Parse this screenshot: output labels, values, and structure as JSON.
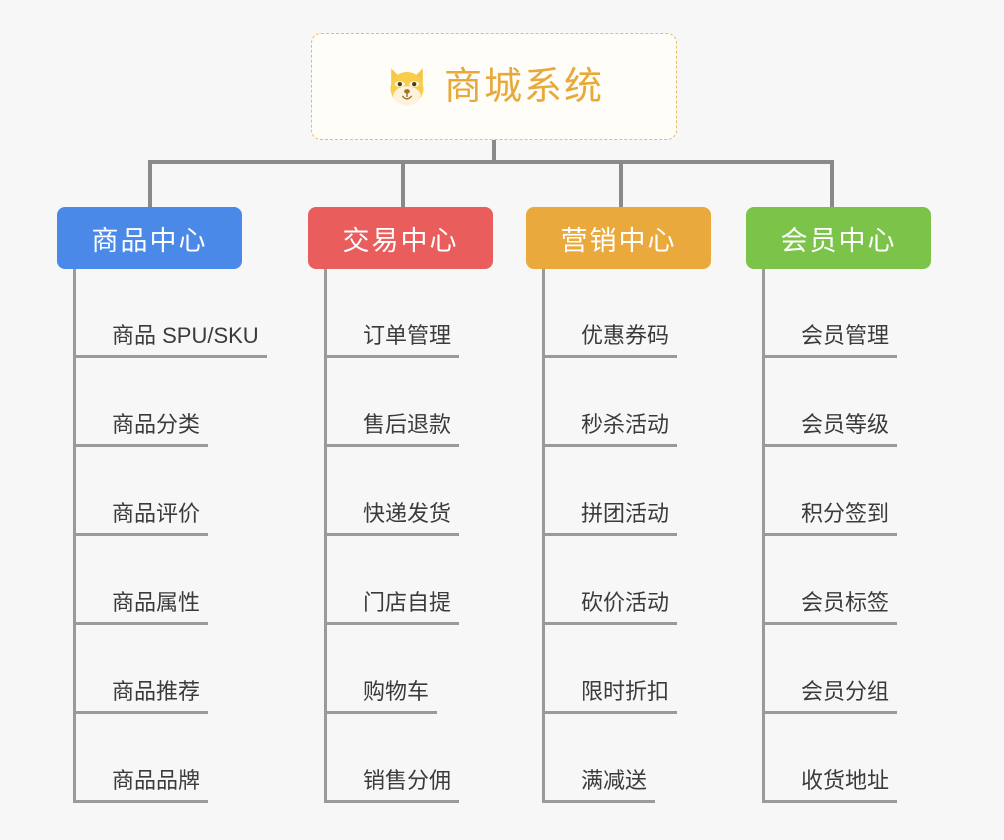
{
  "page": {
    "background_color": "#f7f7f7",
    "type": "mindmap-tree"
  },
  "root": {
    "title": "商城系统",
    "icon": "shiba-dog-face-icon",
    "title_color": "#e8a93c",
    "border_color": "#eab96a",
    "background_color": "#fffdf8"
  },
  "connector_color": "#8a8a8a",
  "columns": [
    {
      "header": "商品中心",
      "color": "#4a89e8",
      "items": [
        "商品 SPU/SKU",
        "商品分类",
        "商品评价",
        "商品属性",
        "商品推荐",
        "商品品牌"
      ]
    },
    {
      "header": "交易中心",
      "color": "#e95d5d",
      "items": [
        "订单管理",
        "售后退款",
        "快递发货",
        "门店自提",
        "购物车",
        "销售分佣"
      ]
    },
    {
      "header": "营销中心",
      "color": "#eaa93c",
      "items": [
        "优惠券码",
        "秒杀活动",
        "拼团活动",
        "砍价活动",
        "限时折扣",
        "满减送"
      ]
    },
    {
      "header": "会员中心",
      "color": "#7cc34a",
      "items": [
        "会员管理",
        "会员等级",
        "积分签到",
        "会员标签",
        "会员分组",
        "收货地址"
      ]
    }
  ]
}
